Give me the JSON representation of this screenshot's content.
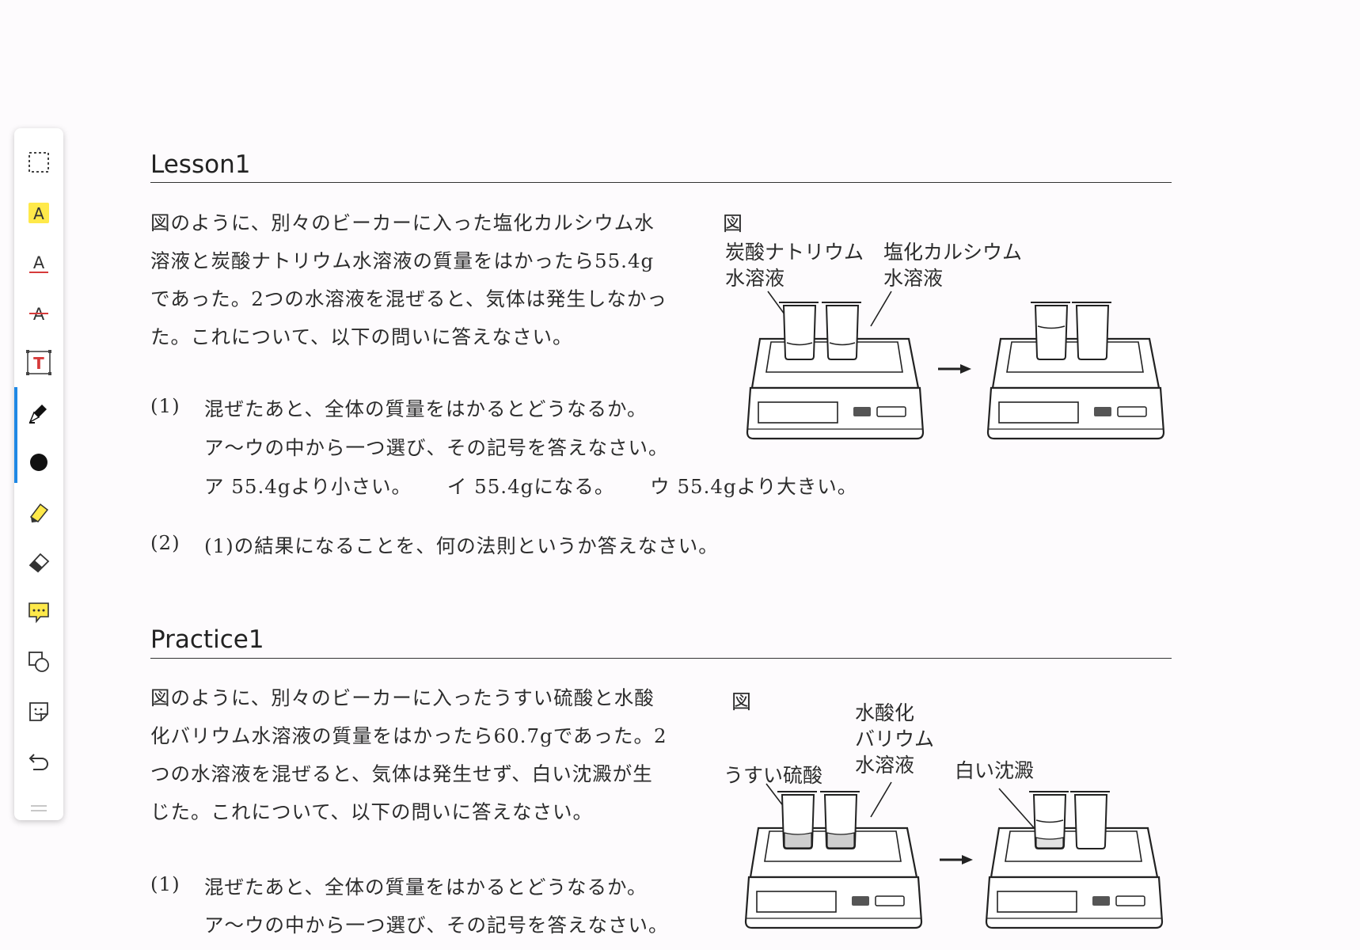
{
  "toolbar": {
    "tools": [
      {
        "name": "select-rect-icon"
      },
      {
        "name": "highlight-text-icon"
      },
      {
        "name": "underline-text-icon"
      },
      {
        "name": "strikethrough-text-icon"
      },
      {
        "name": "text-box-icon"
      },
      {
        "name": "pen-icon"
      },
      {
        "name": "color-dot-icon"
      },
      {
        "name": "highlighter-icon"
      },
      {
        "name": "eraser-icon"
      },
      {
        "name": "comment-icon"
      },
      {
        "name": "shapes-icon"
      },
      {
        "name": "sticker-icon"
      },
      {
        "name": "undo-icon"
      }
    ],
    "highlight_color": "#ffe94a",
    "accent_red": "#d63a3a",
    "active_indicator_color": "#1e88e5",
    "pen_color": "#111111"
  },
  "lesson": {
    "title": "Lesson1",
    "paragraph": [
      "図のように、別々のビーカーに入った塩化カルシウム水",
      "溶液と炭酸ナトリウム水溶液の質量をはかったら55.4g",
      "であった。2つの水溶液を混ぜると、気体は発生しなかっ",
      "た。これについて、以下の問いに答えなさい。"
    ],
    "q1": {
      "number": "(1)",
      "line1": "混ぜたあと、全体の質量をはかるとどうなるか。",
      "line2": "ア〜ウの中から一つ選び、その記号を答えなさい。",
      "options": [
        "ア 55.4gより小さい。",
        "イ 55.4gになる。",
        "ウ 55.4gより大きい。"
      ]
    },
    "q2": {
      "number": "(2)",
      "line1": "(1)の結果になることを、何の法則というか答えなさい。"
    },
    "figure": {
      "label": "図",
      "left_label": [
        "炭酸ナトリウム",
        "水溶液"
      ],
      "right_label": [
        "塩化カルシウム",
        "水溶液"
      ]
    }
  },
  "practice": {
    "title": "Practice1",
    "paragraph": [
      "図のように、別々のビーカーに入ったうすい硫酸と水酸",
      "化バリウム水溶液の質量をはかったら60.7gであった。2",
      "つの水溶液を混ぜると、気体は発生せず、白い沈澱が生",
      "じた。これについて、以下の問いに答えなさい。"
    ],
    "q1": {
      "number": "(1)",
      "line1": "混ぜたあと、全体の質量をはかるとどうなるか。",
      "line2": "ア〜ウの中から一つ選び、その記号を答えなさい。"
    },
    "figure": {
      "label": "図",
      "left_label": "うすい硫酸",
      "middle_label": [
        "水酸化",
        "バリウム",
        "水溶液"
      ],
      "result_label": "白い沈澱"
    }
  }
}
